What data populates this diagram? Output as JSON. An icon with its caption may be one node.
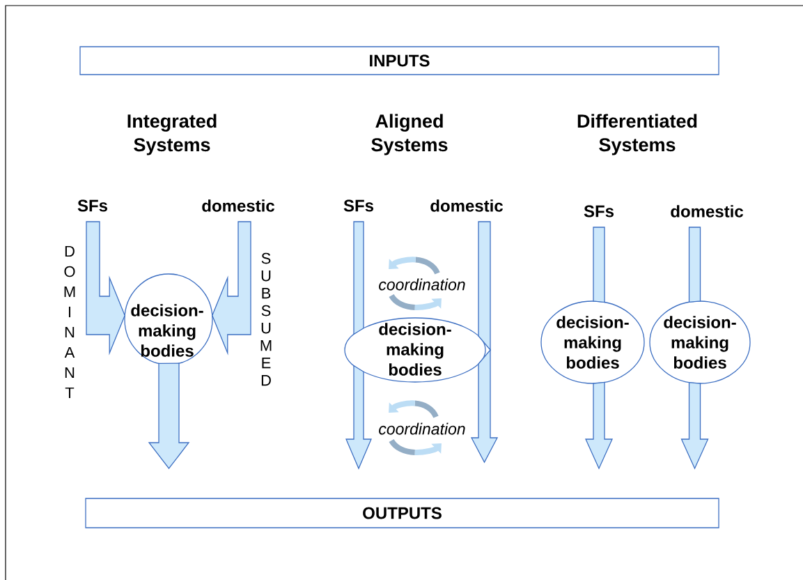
{
  "diagram": {
    "nodes": [
      {
        "text": [
          "INPUTS"
        ]
      },
      {
        "text": [
          "SFs"
        ]
      },
      {
        "text": [
          "domestic"
        ]
      },
      {
        "text": [
          "SFs"
        ]
      },
      {
        "text": [
          "domestic"
        ]
      },
      {
        "text": [
          "SFs"
        ]
      },
      {
        "text": [
          "domestic"
        ]
      },
      {
        "text": [
          "decision-making bodies"
        ]
      },
      {
        "text": [
          "decision-making bodies"
        ]
      },
      {
        "text": [
          "decision-making bodies"
        ]
      },
      {
        "text": [
          "decision-making bodies"
        ]
      },
      {
        "text": [
          "OUTPUTS"
        ]
      }
    ],
    "edges": [
      {
        "from": 1,
        "to": 7,
        "arrow": "to"
      },
      {
        "from": 2,
        "to": 7,
        "arrow": "to"
      },
      {
        "from": 7,
        "to": null,
        "arrow": "to"
      },
      {
        "from": 3,
        "to": 8,
        "arrow": "none"
      },
      {
        "from": 4,
        "to": 8,
        "arrow": "none"
      },
      {
        "from": 8,
        "to": null,
        "arrow": "to"
      },
      {
        "from": 8,
        "to": null,
        "arrow": "to"
      },
      {
        "from": 5,
        "to": 9,
        "arrow": "none"
      },
      {
        "from": 6,
        "to": 10,
        "arrow": "none"
      },
      {
        "from": 9,
        "to": null,
        "arrow": "to"
      },
      {
        "from": 10,
        "to": null,
        "arrow": "to"
      }
    ],
    "labels": [
      "Integrated Systems",
      "Aligned Systems",
      "Differentiated Systems",
      "DOMINANT",
      "SUBSUMED",
      "coordination",
      "coordination"
    ]
  }
}
